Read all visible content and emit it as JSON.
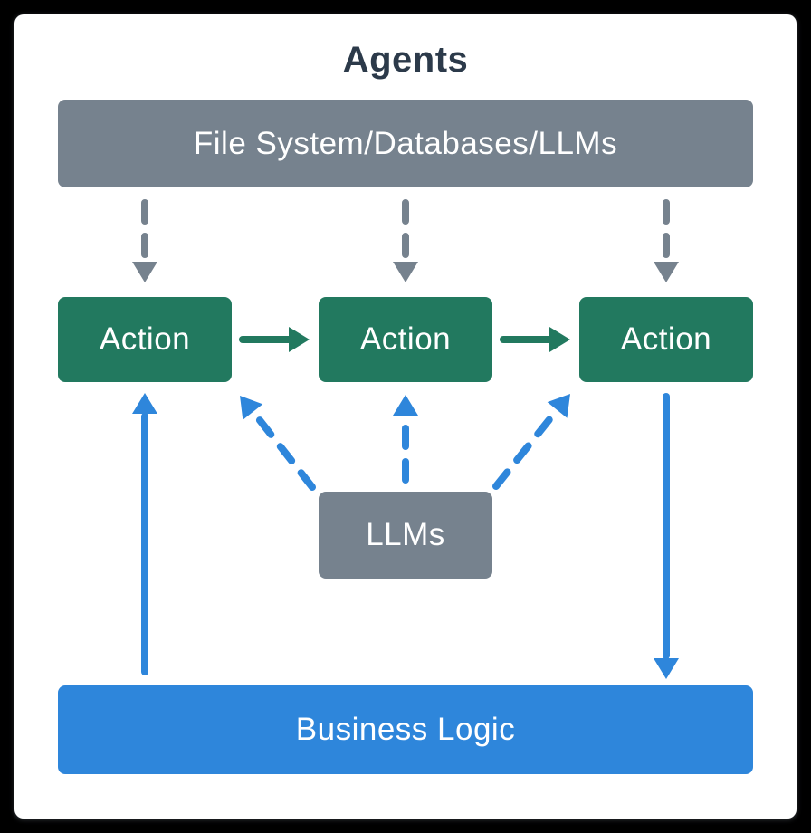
{
  "title": "Agents",
  "nodes": {
    "resources": {
      "label": "File System/Databases/LLMs"
    },
    "actions": [
      {
        "label": "Action"
      },
      {
        "label": "Action"
      },
      {
        "label": "Action"
      }
    ],
    "llms": {
      "label": "LLMs"
    },
    "business_logic": {
      "label": "Business Logic"
    }
  },
  "edges": [
    {
      "from": "file-system-databases-llms",
      "to": "action-1",
      "style": "dashed",
      "color": "gray",
      "direction": "down"
    },
    {
      "from": "file-system-databases-llms",
      "to": "action-2",
      "style": "dashed",
      "color": "gray",
      "direction": "down"
    },
    {
      "from": "file-system-databases-llms",
      "to": "action-3",
      "style": "dashed",
      "color": "gray",
      "direction": "down"
    },
    {
      "from": "action-1",
      "to": "action-2",
      "style": "solid",
      "color": "green",
      "direction": "right"
    },
    {
      "from": "action-2",
      "to": "action-3",
      "style": "solid",
      "color": "green",
      "direction": "right"
    },
    {
      "from": "llms",
      "to": "action-1",
      "style": "dashed",
      "color": "blue",
      "direction": "up-left"
    },
    {
      "from": "llms",
      "to": "action-2",
      "style": "dashed",
      "color": "blue",
      "direction": "up"
    },
    {
      "from": "llms",
      "to": "action-3",
      "style": "dashed",
      "color": "blue",
      "direction": "up-right"
    },
    {
      "from": "business-logic",
      "to": "action-1",
      "style": "solid",
      "color": "blue",
      "direction": "up"
    },
    {
      "from": "action-3",
      "to": "business-logic",
      "style": "solid",
      "color": "blue",
      "direction": "down"
    }
  ],
  "colors": {
    "node_gray": "#76828E",
    "node_green": "#22795F",
    "node_blue": "#2E86DB",
    "arrow_gray": "#76828E",
    "arrow_green": "#22795F",
    "arrow_blue": "#2E86DB",
    "title_text": "#2C3A4A",
    "node_text": "#FFFFFF",
    "canvas": "#FFFFFF",
    "background": "#000000"
  }
}
